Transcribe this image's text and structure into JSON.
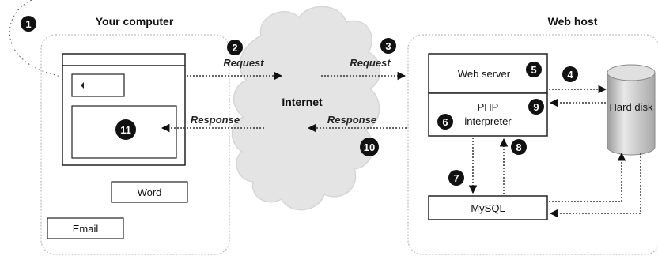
{
  "panels": {
    "left_title": "Your computer",
    "right_title": "Web host",
    "cloud_label": "Internet"
  },
  "left": {
    "word_label": "Word",
    "email_label": "Email"
  },
  "server": {
    "web_server": "Web server",
    "php_line1": "PHP",
    "php_line2": "interpreter",
    "mysql": "MySQL",
    "hard_disk": "Hard disk"
  },
  "flows": {
    "request_1": "Request",
    "request_2": "Request",
    "response_1": "Response",
    "response_2": "Response"
  },
  "steps": {
    "s1": "1",
    "s2": "2",
    "s3": "3",
    "s4": "4",
    "s5": "5",
    "s6": "6",
    "s7": "7",
    "s8": "8",
    "s9": "9",
    "s10": "10",
    "s11": "11"
  },
  "colors": {
    "panel_border": "#c8c8c8",
    "cloud_fill": "#e4e4e4",
    "cylinder_fill": "#cfcfcf",
    "marker_fill": "#111111"
  }
}
